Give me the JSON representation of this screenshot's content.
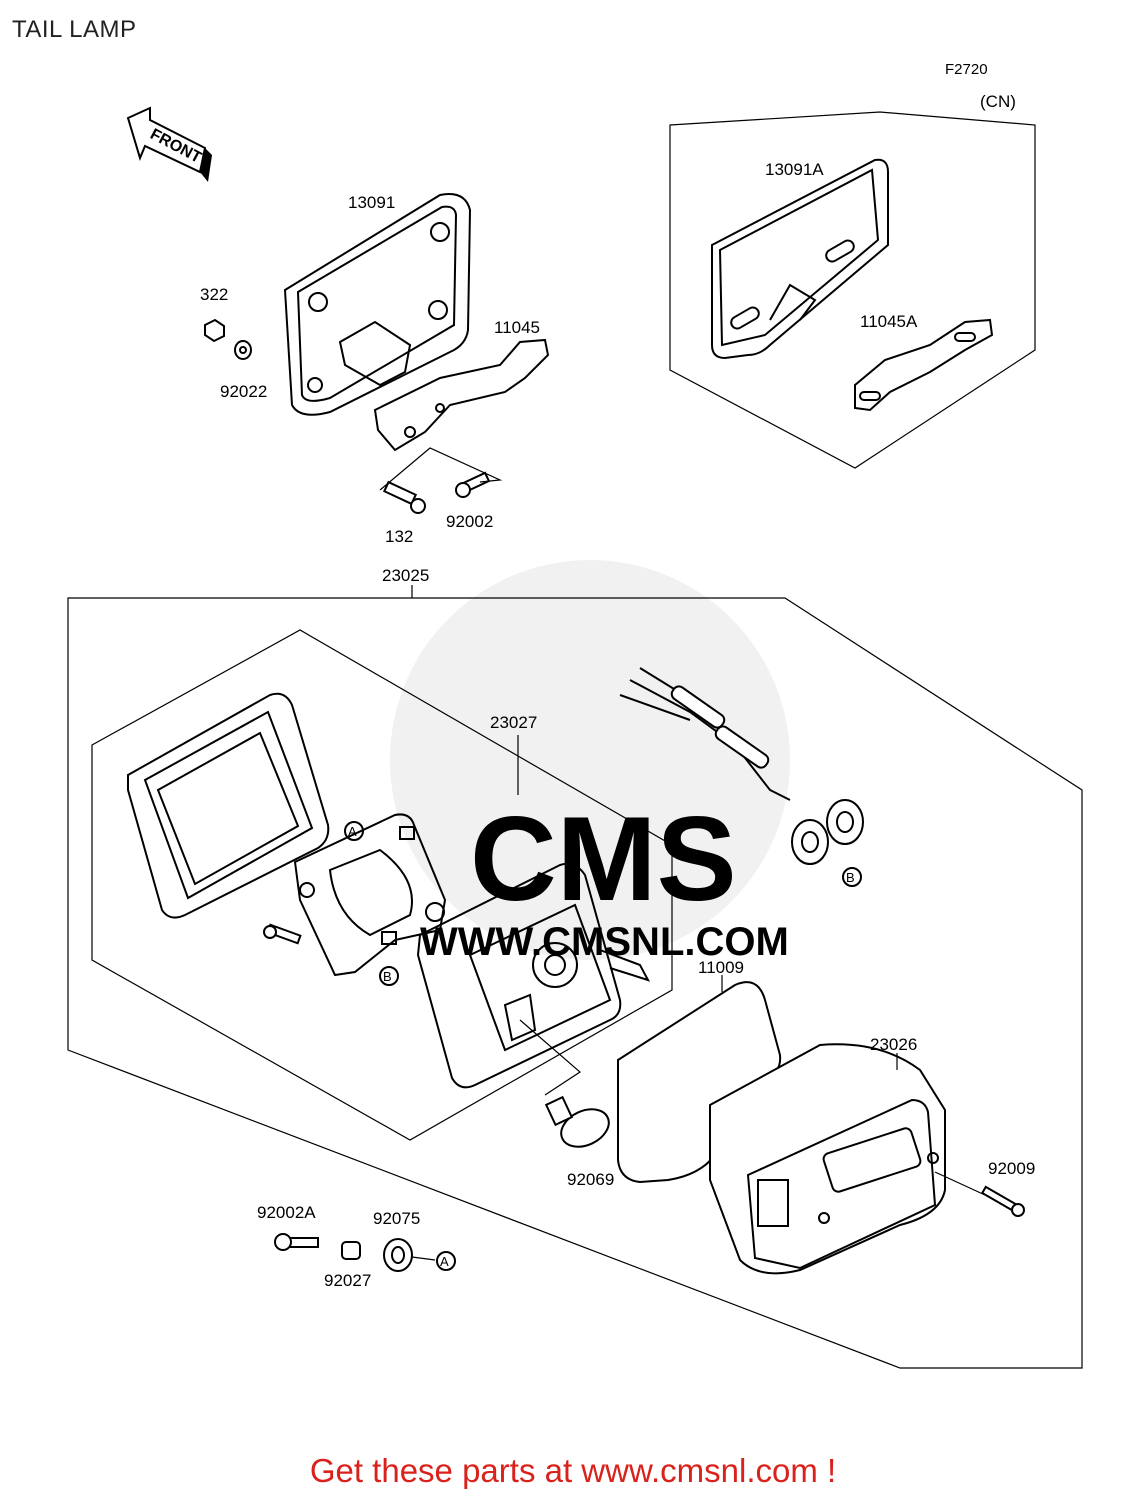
{
  "title": "TAIL LAMP",
  "figure_code": "F2720",
  "variant_label": "(CN)",
  "front_arrow_label": "FRONT",
  "watermark_text": "CMS",
  "watermark_url": "WWW.CMSNL.COM",
  "callouts": {
    "p13091": "13091",
    "p322": "322",
    "p92022": "92022",
    "p11045": "11045",
    "p132": "132",
    "p92002": "92002",
    "p13091A": "13091A",
    "p11045A": "11045A",
    "p23025": "23025",
    "p23027": "23027",
    "p11009": "11009",
    "p23026": "23026",
    "p92069": "92069",
    "p92009": "92009",
    "p92002A": "92002A",
    "p92075": "92075",
    "p92027": "92027"
  },
  "refs": {
    "a": "A",
    "b": "B"
  },
  "footer": "Get these parts at www.cmsnl.com !",
  "colors": {
    "footer": "#d9221c",
    "line": "#000000",
    "watermark": "#e6e6e6"
  }
}
